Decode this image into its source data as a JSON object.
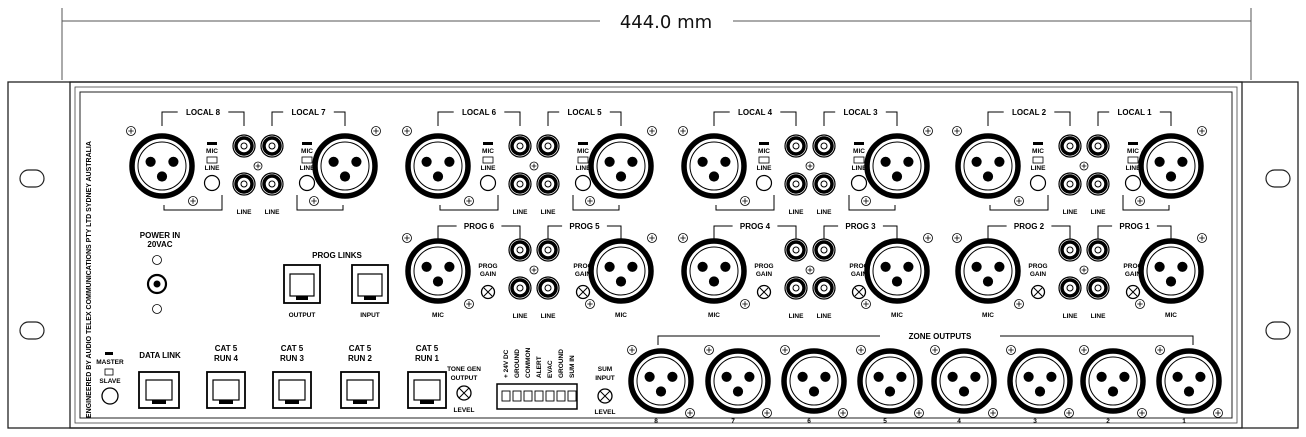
{
  "dimension": {
    "label": "444.0 mm"
  },
  "manufacturer_text": "ENGINEERED BY AUDIO TELEX COMMUNICATIONS PTY LTD SYDNEY AUSTRALIA",
  "locals": [
    {
      "label": "LOCAL 8"
    },
    {
      "label": "LOCAL 7"
    },
    {
      "label": "LOCAL 6"
    },
    {
      "label": "LOCAL 5"
    },
    {
      "label": "LOCAL 4"
    },
    {
      "label": "LOCAL 3"
    },
    {
      "label": "LOCAL 2"
    },
    {
      "label": "LOCAL 1"
    }
  ],
  "progs": [
    {
      "label": "PROG 6"
    },
    {
      "label": "PROG 5"
    },
    {
      "label": "PROG 4"
    },
    {
      "label": "PROG 3"
    },
    {
      "label": "PROG 2"
    },
    {
      "label": "PROG 1"
    }
  ],
  "switch_labels": {
    "mic": "MIC",
    "line": "LINE"
  },
  "rca_label": "LINE",
  "mic_label": "MIC",
  "prog_gain_label": [
    "PROG",
    "GAIN"
  ],
  "power": {
    "line1": "POWER IN",
    "line2": "20VAC"
  },
  "prog_links": {
    "title": "PROG LINKS",
    "output": "OUTPUT",
    "input": "INPUT"
  },
  "master_slave": {
    "master": "MASTER",
    "slave": "SLAVE"
  },
  "data_link": "DATA LINK",
  "cat5_runs": [
    {
      "line1": "CAT 5",
      "line2": "RUN 4"
    },
    {
      "line1": "CAT 5",
      "line2": "RUN 3"
    },
    {
      "line1": "CAT 5",
      "line2": "RUN 2"
    },
    {
      "line1": "CAT 5",
      "line2": "RUN 1"
    }
  ],
  "tone_gen": {
    "line1": "TONE GEN",
    "line2": "OUTPUT",
    "level": "LEVEL"
  },
  "terminals": [
    "+ 24V DC",
    "GROUND",
    "COMMON",
    "ALERT",
    "EVAC",
    "GROUND",
    "SUM IN"
  ],
  "sum_input": {
    "line1": "SUM",
    "line2": "INPUT",
    "level": "LEVEL"
  },
  "zone_outputs": {
    "title": "ZONE OUTPUTS",
    "numbers": [
      "8",
      "7",
      "6",
      "5",
      "4",
      "3",
      "2",
      "1"
    ]
  }
}
